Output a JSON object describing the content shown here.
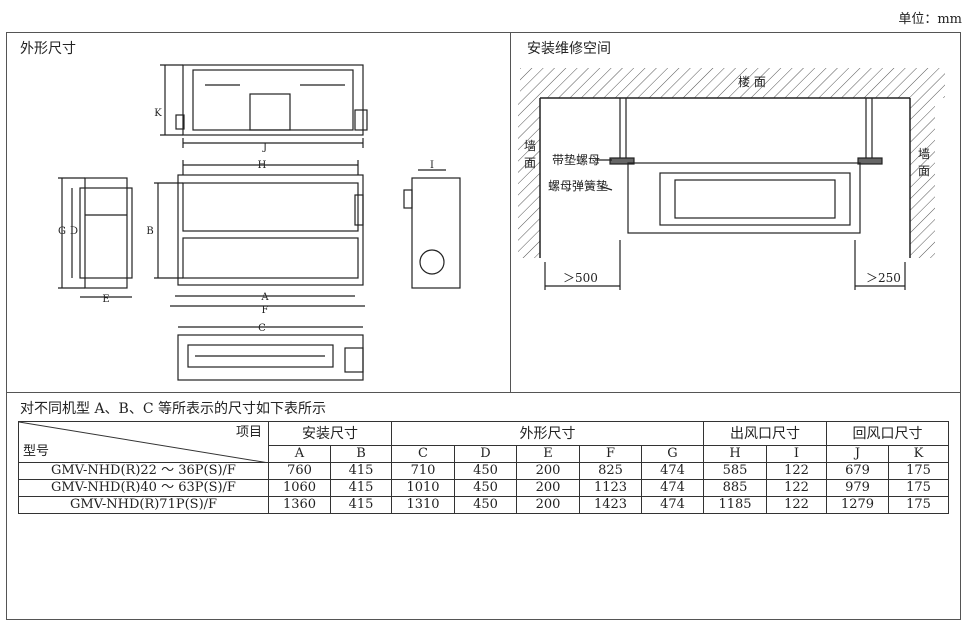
{
  "unit_label": "单位：mm",
  "left_panel_title": "外形尺寸",
  "right_panel_title": "安装维修空间",
  "install": {
    "floor": "楼 面",
    "wall_left": [
      "墙",
      "面"
    ],
    "wall_right": [
      "墙",
      "面"
    ],
    "nut_pad": "带垫螺母",
    "nut_spring": "螺母弹簧垫",
    "left_clear": "＞500",
    "right_clear": "＞250"
  },
  "dims": {
    "K": "K",
    "J": "J",
    "H": "H",
    "I": "I",
    "G": "G",
    "D": "D",
    "B": "B",
    "E": "E",
    "A": "A",
    "F": "F",
    "C": "C"
  },
  "table_caption": "对不同机型 A、B、C 等所表示的尺寸如下表所示",
  "table": {
    "corner_top": "项目",
    "corner_bottom": "型号",
    "groups": [
      "安装尺寸",
      "外形尺寸",
      "出风口尺寸",
      "回风口尺寸"
    ],
    "cols": [
      "A",
      "B",
      "C",
      "D",
      "E",
      "F",
      "G",
      "H",
      "I",
      "J",
      "K"
    ],
    "rows": [
      {
        "model": "GMV-NHD(R)22 ～ 36P(S)/F",
        "values": [
          "760",
          "415",
          "710",
          "450",
          "200",
          "825",
          "474",
          "585",
          "122",
          "679",
          "175"
        ]
      },
      {
        "model": "GMV-NHD(R)40 ～ 63P(S)/F",
        "values": [
          "1060",
          "415",
          "1010",
          "450",
          "200",
          "1123",
          "474",
          "885",
          "122",
          "979",
          "175"
        ]
      },
      {
        "model": "GMV-NHD(R)71P(S)/F",
        "values": [
          "1360",
          "415",
          "1310",
          "450",
          "200",
          "1423",
          "474",
          "1185",
          "122",
          "1279",
          "175"
        ]
      }
    ]
  }
}
